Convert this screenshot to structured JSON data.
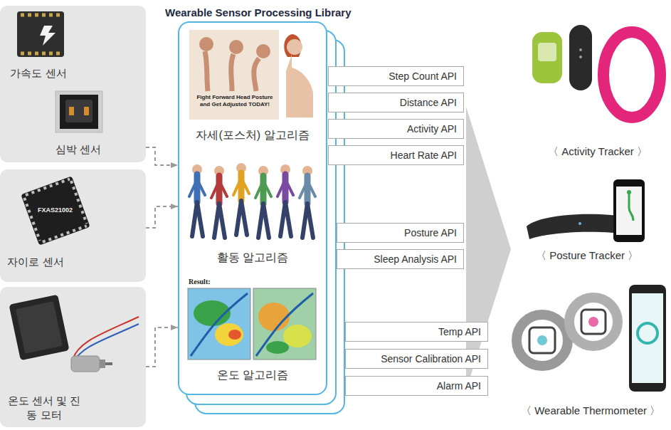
{
  "diagram": {
    "title": "Wearable Sensor Processing Library",
    "nodes": [
      {
        "text": [
          "가속도 센서"
        ]
      },
      {
        "text": [
          "심박 센서"
        ],
        "in": 0
      },
      {
        "text": [
          "자이로 센서"
        ]
      },
      {
        "text": [
          "온도 센서 및 진동 모터"
        ]
      },
      {
        "text": [
          "자세(포스처) 알고리즘",
          "활동 알고리즘",
          "온도 알고리즘"
        ]
      },
      {
        "text": [
          "Step Count API"
        ]
      },
      {
        "text": [
          "Distance API"
        ]
      },
      {
        "text": [
          "Activity API"
        ]
      },
      {
        "text": [
          "Heart Rate API"
        ]
      },
      {
        "text": [
          "Posture API"
        ]
      },
      {
        "text": [
          "Sleep Analysis API"
        ]
      },
      {
        "text": [
          "Temp API"
        ]
      },
      {
        "text": [
          "Sensor Calibration API"
        ]
      },
      {
        "text": [
          "Alarm API"
        ]
      }
    ],
    "edges": [
      {
        "from": 0,
        "to": 4,
        "arrow": "to"
      },
      {
        "from": 2,
        "to": 4,
        "arrow": "to"
      },
      {
        "from": 3,
        "to": 4,
        "arrow": "to"
      }
    ],
    "labels": [
      "Fight Forward Head Posture and Get Adjusted TODAY!",
      "FXAS21002",
      "Result:",
      "〈 Activity Tracker 〉",
      "〈 Posture Tracker 〉",
      "〈 Wearable Thermometer 〉"
    ]
  }
}
